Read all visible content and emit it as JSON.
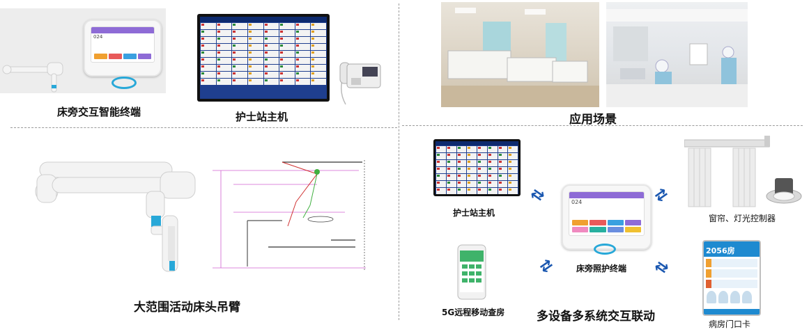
{
  "captions": {
    "bedside_terminal": "床旁交互智能终端",
    "nurse_station_top": "护士站主机",
    "scenarios": "应用场景",
    "arm": "大范围活动床头吊臂",
    "nurse_station_bottom": "护士站主机",
    "curtain_light": "窗帘、灯光控制器",
    "bedside_care": "床旁照护终端",
    "mobile_round": "5G远程移动查房",
    "multi_device": "多设备多系统交互联动",
    "door_card": "病房门口卡"
  },
  "door_card": {
    "room": "2056房"
  },
  "colors": {
    "accent_blue": "#1a57b0",
    "ring_cyan": "#28a8d8",
    "terminal_purple": "#8e6bd6"
  }
}
